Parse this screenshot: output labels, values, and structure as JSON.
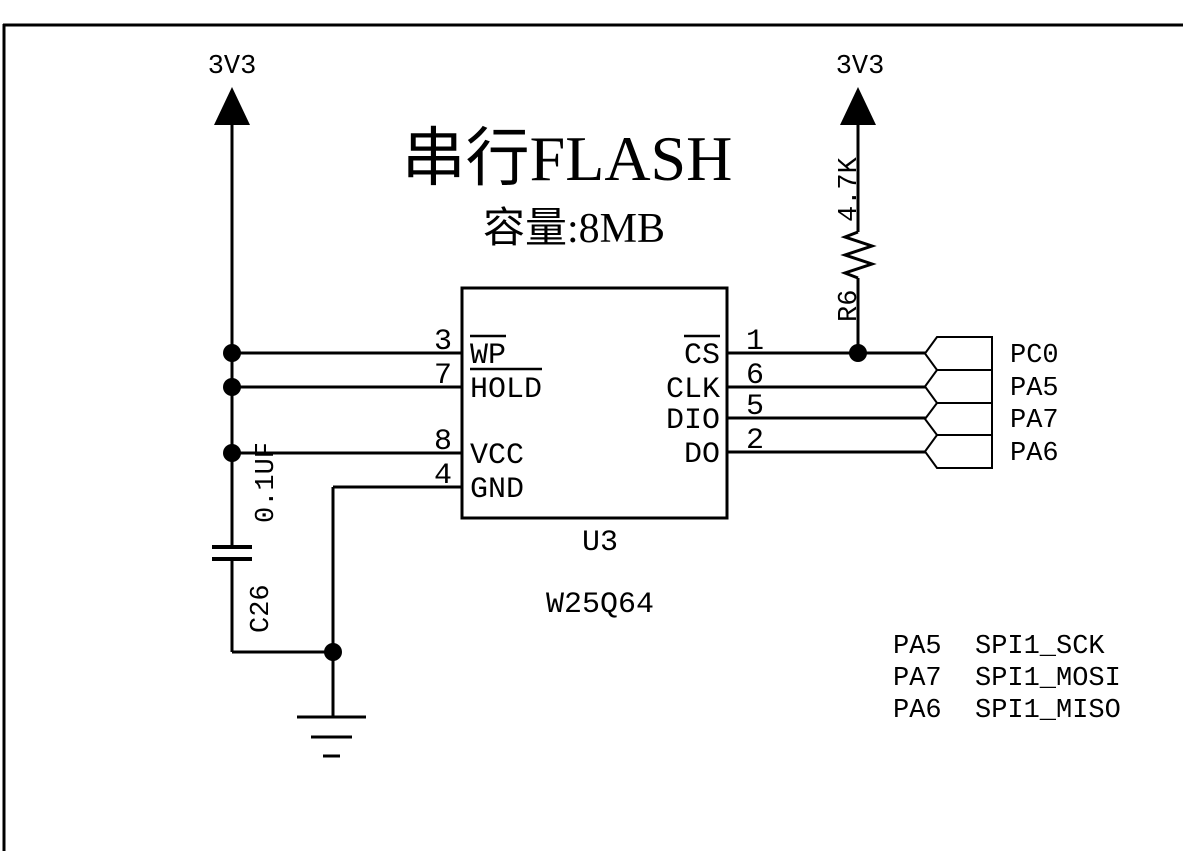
{
  "schematic": {
    "title": "串行FLASH",
    "subtitle": "容量:8MB",
    "power": {
      "left_label": "3V3",
      "right_label": "3V3"
    },
    "resistor": {
      "refdes": "R6",
      "value": "4.7K"
    },
    "capacitor": {
      "refdes": "C26",
      "value": "0.1UF"
    },
    "chip": {
      "refdes": "U3",
      "part": "W25Q64",
      "left_pins": [
        {
          "num": "3",
          "name": "WP"
        },
        {
          "num": "7",
          "name": "HOLD"
        },
        {
          "num": "8",
          "name": "VCC"
        },
        {
          "num": "4",
          "name": "GND"
        }
      ],
      "right_pins": [
        {
          "num": "1",
          "name": "CS"
        },
        {
          "num": "6",
          "name": "CLK"
        },
        {
          "num": "5",
          "name": "DIO"
        },
        {
          "num": "2",
          "name": "DO"
        }
      ]
    },
    "net_flags": [
      {
        "label": "PC0"
      },
      {
        "label": "PA5"
      },
      {
        "label": "PA7"
      },
      {
        "label": "PA6"
      }
    ],
    "signal_table": [
      {
        "pin": "PA5",
        "signal": "SPI1_SCK"
      },
      {
        "pin": "PA7",
        "signal": "SPI1_MOSI"
      },
      {
        "pin": "PA6",
        "signal": "SPI1_MISO"
      }
    ]
  }
}
